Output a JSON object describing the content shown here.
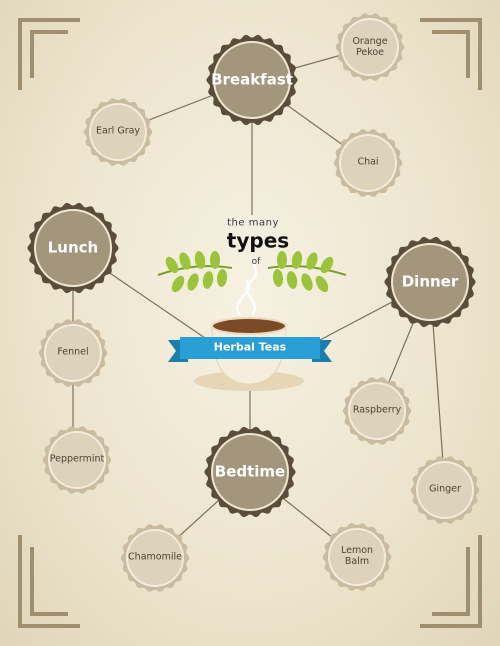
{
  "title": {
    "line1": "the many",
    "line2": "types",
    "line3": "of",
    "ribbon": "Herbal Teas"
  },
  "meals": {
    "breakfast": "Breakfast",
    "lunch": "Lunch",
    "dinner": "Dinner",
    "bedtime": "Bedtime"
  },
  "teas": {
    "orange_pekoe": "Orange\nPekoe",
    "earl_gray": "Earl Gray",
    "chai": "Chai",
    "fennel": "Fennel",
    "peppermint": "Peppermint",
    "raspberry": "Raspberry",
    "ginger": "Ginger",
    "chamomile": "Chamomile",
    "lemon_balm": "Lemon\nBalm"
  },
  "colors": {
    "meal_fill": "#a4967d",
    "meal_ring": "#5a4d3a",
    "tea_fill": "#ddd2bc",
    "tea_ring": "#c9bca0",
    "ribbon": "#2a9fd6",
    "leaf": "#9cc43b",
    "frame": "#a08f6e"
  }
}
